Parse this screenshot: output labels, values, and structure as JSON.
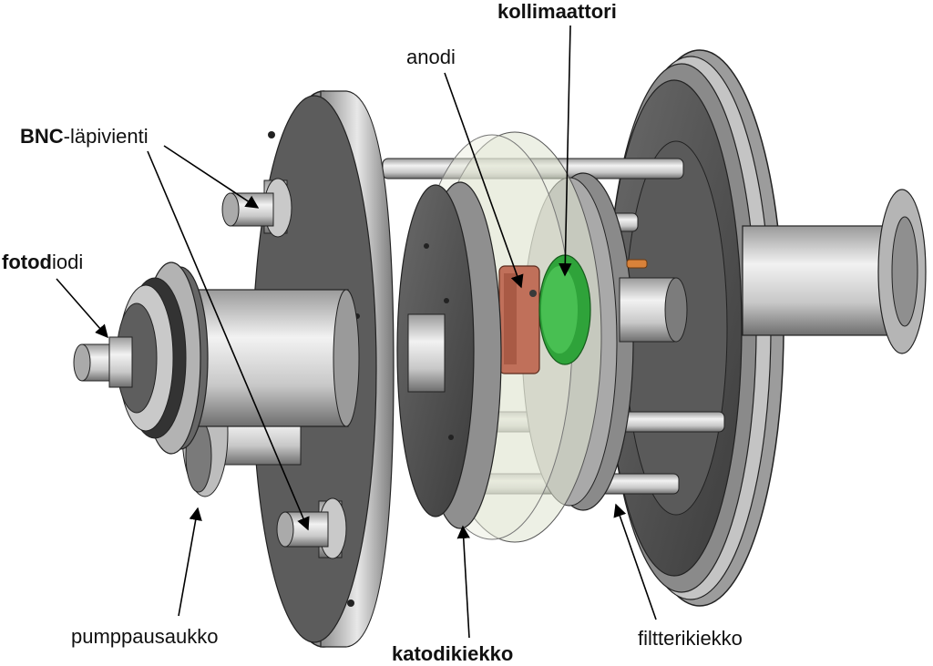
{
  "labels": {
    "kollimaattori": "kollimaattori",
    "anodi": "anodi",
    "bnc_bold": "BNC",
    "bnc_rest": "-läpivienti",
    "fotodiodi_bold": "fotod",
    "fotodiodi_rest": "iodi",
    "pumppausaukko": "pumppausaukko",
    "katodikiekko": "katodikiekko",
    "filtterikiekko": "filtterikiekko"
  },
  "colors": {
    "metal_light": "#e6e6e6",
    "metal_mid": "#b9b9b9",
    "metal_dark": "#5e5e5e",
    "face_dark": "#4a4a4a",
    "transparent_disc": "#dfe3cf",
    "anode_copper": "#c0705a",
    "collimator_green": "#2fa33a",
    "pin_orange": "#d9823a",
    "leader_line": "#000000"
  }
}
